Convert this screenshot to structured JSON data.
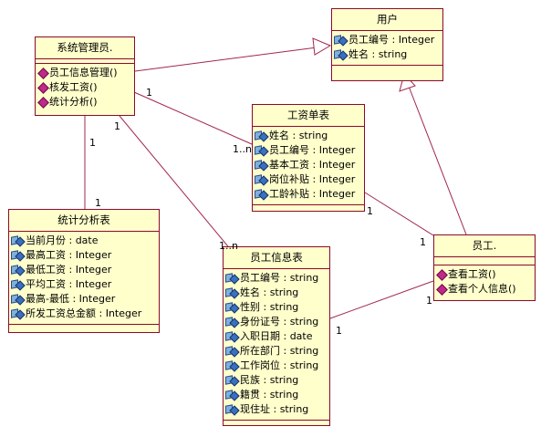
{
  "classes": {
    "user": {
      "name": "用户",
      "attrs": [
        "员工编号 : Integer",
        "姓名 : string"
      ],
      "ops": []
    },
    "admin": {
      "name": "系统管理员.",
      "attrs": [],
      "ops": [
        "员工信息管理()",
        "核发工资()",
        "统计分析()"
      ]
    },
    "salary": {
      "name": "工资单表",
      "attrs": [
        "姓名 : string",
        "员工编号 : Integer",
        "基本工资 : Integer",
        "岗位补贴 : Integer",
        "工龄补贴 : Integer"
      ],
      "ops": []
    },
    "stats": {
      "name": "统计分析表",
      "attrs": [
        "当前月份 : date",
        "最高工资 : Integer",
        "最低工资 : Integer",
        "平均工资 : Integer",
        "最高-最低 : Integer",
        "所发工资总金额 : Integer"
      ],
      "ops": []
    },
    "info": {
      "name": "员工信息表",
      "attrs": [
        "员工编号 : string",
        "姓名 : string",
        "性别 : string",
        "身份证号 : string",
        "入职日期 : date",
        "所在部门 : string",
        "工作岗位 : string",
        "民族 : string",
        "籍贯 : string",
        "现住址 : string"
      ],
      "ops": []
    },
    "employee": {
      "name": "员工.",
      "attrs": [],
      "ops": [
        "查看工资()",
        "查看个人信息()"
      ]
    }
  },
  "multiplicities": {
    "admin_salary_a": "1",
    "admin_salary_b": "1..n",
    "admin_stats_a": "1",
    "admin_stats_b": "1",
    "admin_info_a": "1",
    "admin_info_b": "1..n",
    "salary_emp_a": "1",
    "salary_emp_b": "1",
    "info_emp_a": "1",
    "info_emp_b": "1"
  },
  "colors": {
    "class_fill": "#ffffcc",
    "border": "#8b0a2a",
    "line": "#a0284a"
  }
}
